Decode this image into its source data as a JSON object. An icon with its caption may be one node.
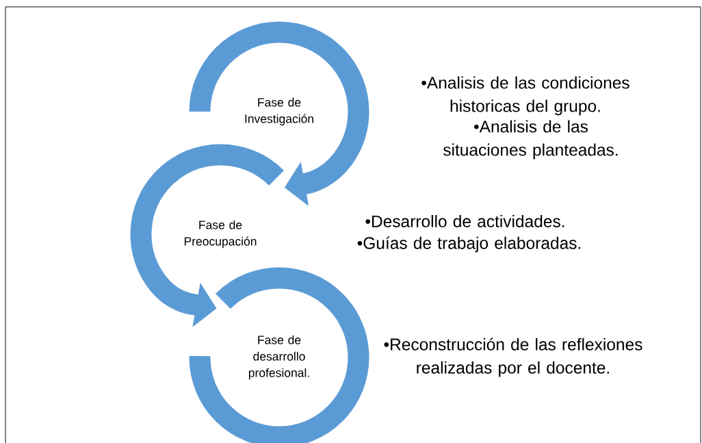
{
  "diagram": {
    "nodes": [
      {
        "text": [
          "Fase de Investigación"
        ],
        "beside": [
          "•Analisis de las condiciones historicas del grupo.",
          "•Analisis de las situaciones planteadas."
        ]
      },
      {
        "text": [
          "Fase de Preocupación"
        ],
        "beside": [
          "•Desarrollo de actividades.",
          "•Guías de trabajo elaboradas."
        ]
      },
      {
        "text": [
          "Fase de desarrollo profesional."
        ],
        "beside": [
          "•Reconstrucción de las reflexiones realizadas por el docente."
        ]
      }
    ],
    "edges": [
      {
        "from": 0,
        "to": 1,
        "arrow": "to"
      },
      {
        "from": 1,
        "to": 2,
        "arrow": "to"
      }
    ]
  }
}
